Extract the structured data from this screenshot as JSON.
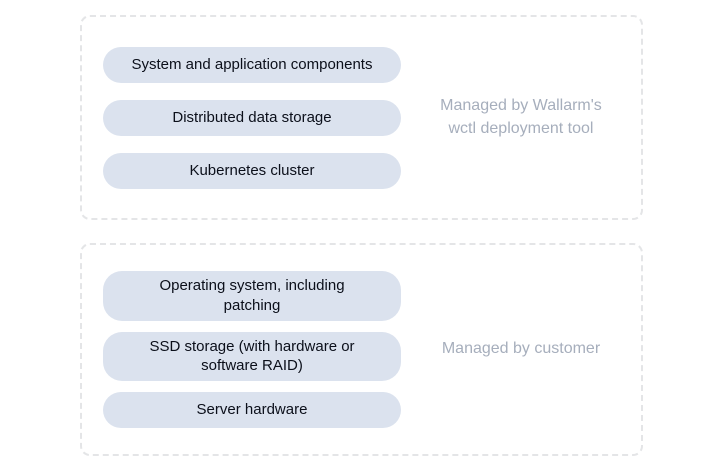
{
  "diagram": {
    "groups": [
      {
        "name": "wallarm-managed",
        "label": "Managed by Wallarm's\nwctl deployment tool",
        "items": [
          "System and application components",
          "Distributed data storage",
          "Kubernetes cluster"
        ]
      },
      {
        "name": "customer-managed",
        "label": "Managed by customer",
        "items": [
          "Operating system, including\npatching",
          "SSD storage (with hardware or\nsoftware RAID)",
          "Server hardware"
        ]
      }
    ],
    "colors": {
      "pill_background": "#dbe2ee",
      "pill_text": "#0b0f1a",
      "label_text": "#a6aebc",
      "group_border": "#e4e5e7",
      "page_background": "#ffffff"
    }
  }
}
